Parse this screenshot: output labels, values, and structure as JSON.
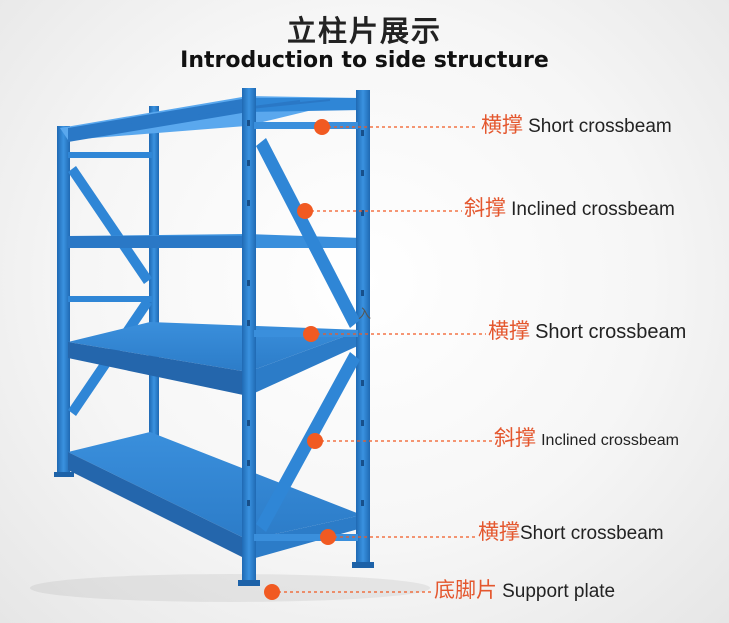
{
  "title_cn": "立柱片展示",
  "title_en": "Introduction to side structure",
  "colors": {
    "rack_blue": "#2f86d6",
    "rack_dark": "#1d62a8",
    "rack_light": "#4ea2ea",
    "marker": "#f15a22",
    "leader": "#f15a22"
  },
  "callouts": [
    {
      "cn": "横撑",
      "en": "Short crossbeam"
    },
    {
      "cn": "斜撑",
      "en": "Inclined crossbeam"
    },
    {
      "cn": "横撑",
      "en": "Short crossbeam"
    },
    {
      "cn": "斜撑",
      "en": "Inclined crossbeam"
    },
    {
      "cn": "横撑",
      "en": "Short crossbeam"
    },
    {
      "cn": "底脚片",
      "en": "Support plate"
    }
  ],
  "annotation_mark": "入"
}
